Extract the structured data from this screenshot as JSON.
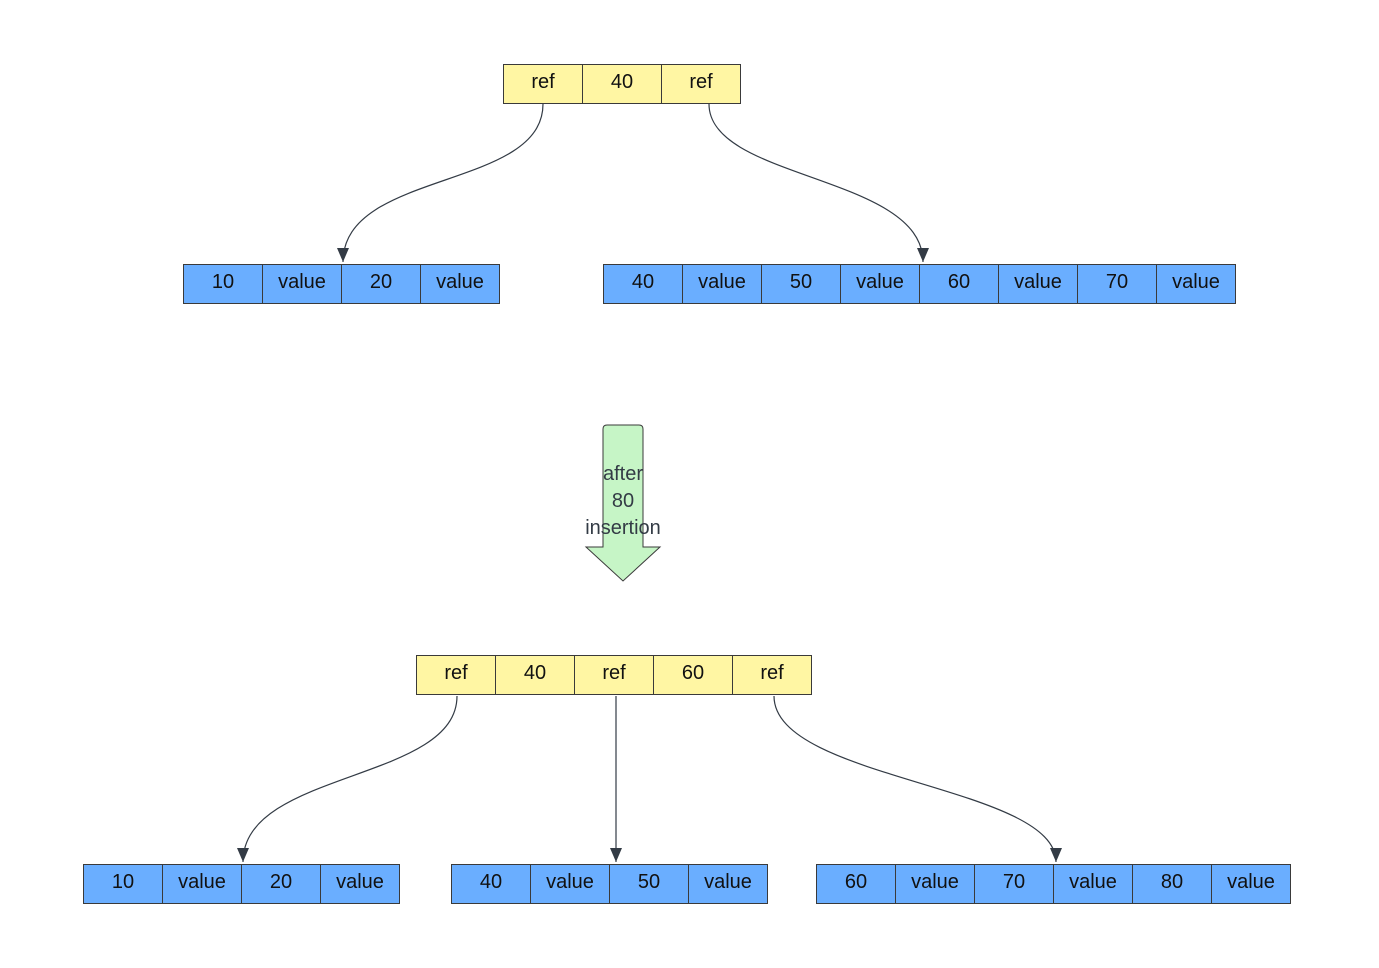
{
  "before": {
    "root": [
      "ref",
      "40",
      "ref"
    ],
    "leaves": [
      [
        "10",
        "value",
        "20",
        "value"
      ],
      [
        "40",
        "value",
        "50",
        "value",
        "60",
        "value",
        "70",
        "value"
      ]
    ]
  },
  "transition": {
    "label_lines": [
      "after",
      "80",
      "insertion"
    ],
    "fill": "#c6f5c6"
  },
  "after": {
    "root": [
      "ref",
      "40",
      "ref",
      "60",
      "ref"
    ],
    "leaves": [
      [
        "10",
        "value",
        "20",
        "value"
      ],
      [
        "40",
        "value",
        "50",
        "value"
      ],
      [
        "60",
        "value",
        "70",
        "value",
        "80",
        "value"
      ]
    ]
  },
  "colors": {
    "internal_node": "#fff6a3",
    "leaf_node": "#6aaeff",
    "arrow": "#333b45"
  }
}
